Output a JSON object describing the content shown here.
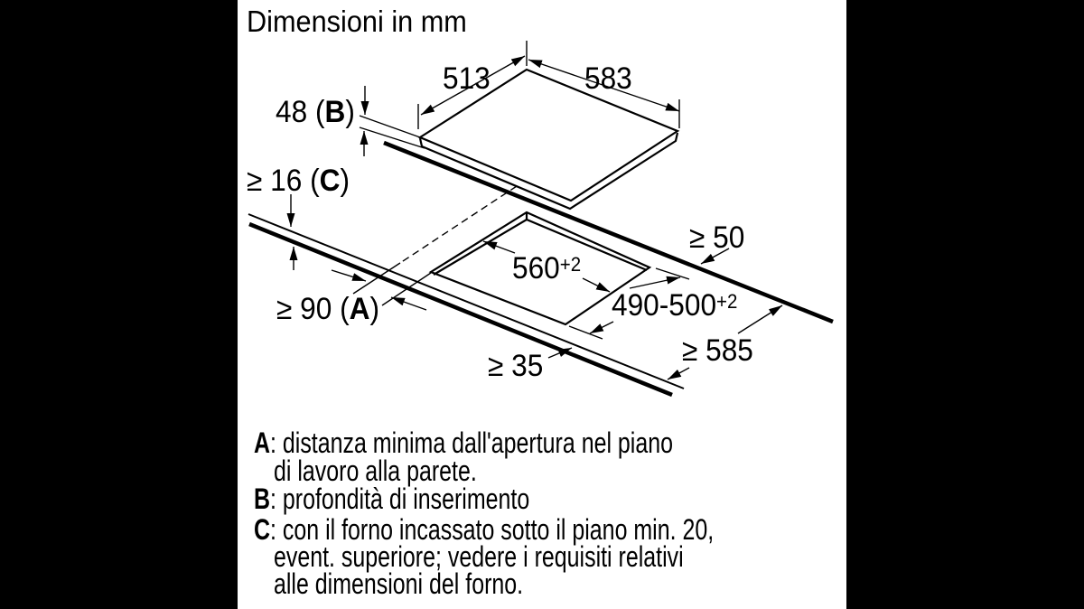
{
  "title": "Dimensioni in mm",
  "dimensions": {
    "hob_depth": "513",
    "hob_width": "583",
    "hob_height": {
      "pre": "48 (",
      "bold": "B",
      "post": ")"
    },
    "worktop_thickness": {
      "pre": "≥ 16 (",
      "bold": "C",
      "post": ")"
    },
    "wall_distance": {
      "pre": "≥ 90 (",
      "bold": "A",
      "post": ")"
    },
    "cutout_width": {
      "value": "560",
      "tolerance": "+2"
    },
    "cutout_depth": {
      "value": "490-500",
      "tolerance": "+2"
    },
    "rear_clearance": "≥ 50",
    "worktop_depth": "≥ 585",
    "front_clearance": "≥ 35"
  },
  "legend": [
    {
      "bold": "A",
      "rest": ": distanza minima dall'apertura nel piano"
    },
    {
      "bold": "",
      "rest": "di lavoro alla parete."
    },
    {
      "bold": "B",
      "rest": ": profondità di inserimento"
    },
    {
      "bold": "C",
      "rest": ": con il forno incassato sotto il piano min. 20,"
    },
    {
      "bold": "",
      "rest": "event. superiore; vedere i requisiti relativi"
    },
    {
      "bold": "",
      "rest": "alle dimensioni del forno."
    }
  ]
}
